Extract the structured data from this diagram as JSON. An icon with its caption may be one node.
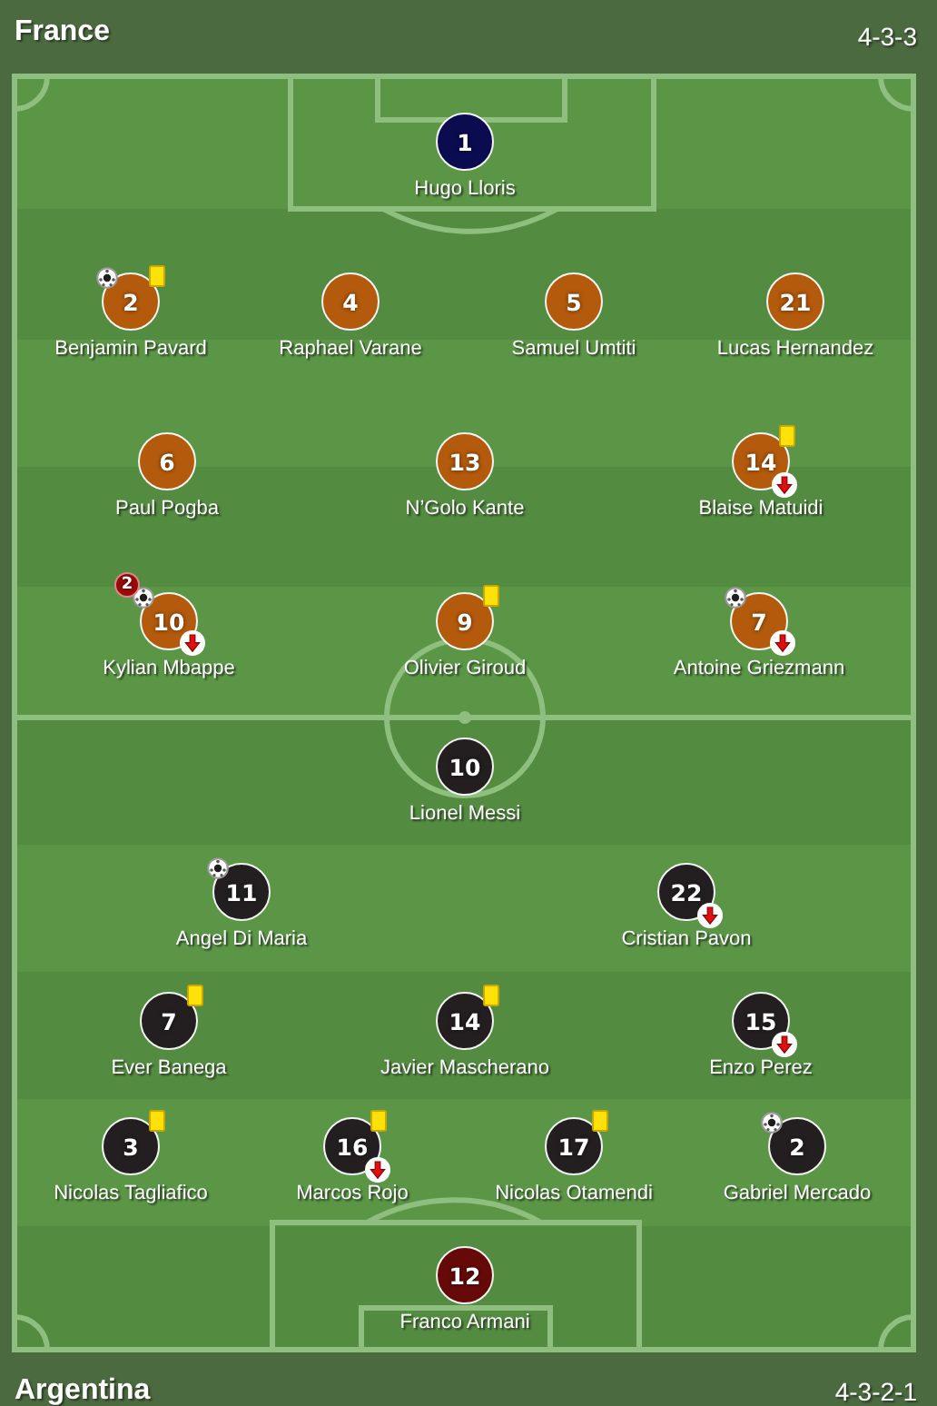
{
  "diagram": {
    "nodes": [
      {
        "text": [
          "1"
        ],
        "beside": [
          "Hugo Lloris"
        ]
      },
      {
        "text": [
          "2"
        ],
        "beside": [
          "Benjamin Pavard"
        ]
      },
      {
        "text": [
          "4"
        ],
        "beside": [
          "Raphael Varane"
        ]
      },
      {
        "text": [
          "5"
        ],
        "beside": [
          "Samuel Umtiti"
        ]
      },
      {
        "text": [
          "21"
        ],
        "beside": [
          "Lucas Hernandez"
        ]
      },
      {
        "text": [
          "6"
        ],
        "beside": [
          "Paul Pogba"
        ]
      },
      {
        "text": [
          "13"
        ],
        "beside": [
          "N’Golo Kante"
        ]
      },
      {
        "text": [
          "14"
        ],
        "beside": [
          "Blaise Matuidi"
        ]
      },
      {
        "text": [
          "2"
        ]
      },
      {
        "text": [
          "10"
        ],
        "beside": [
          "Kylian Mbappe"
        ]
      },
      {
        "text": [
          "9"
        ],
        "beside": [
          "Olivier Giroud"
        ]
      },
      {
        "text": [
          "7"
        ],
        "beside": [
          "Antoine Griezmann"
        ]
      },
      {
        "text": [
          "10"
        ],
        "beside": [
          "Lionel Messi"
        ]
      },
      {
        "text": [
          "11"
        ],
        "beside": [
          "Angel Di Maria"
        ]
      },
      {
        "text": [
          "22"
        ],
        "beside": [
          "Cristian Pavon"
        ]
      },
      {
        "text": [
          "7"
        ],
        "beside": [
          "Ever Banega"
        ]
      },
      {
        "text": [
          "14"
        ],
        "beside": [
          "Javier Mascherano"
        ]
      },
      {
        "text": [
          "15"
        ],
        "beside": [
          "Enzo Perez"
        ]
      },
      {
        "text": [
          "3"
        ],
        "beside": [
          "Nicolas Tagliafico"
        ]
      },
      {
        "text": [
          "16"
        ],
        "beside": [
          "Marcos Rojo"
        ]
      },
      {
        "text": [
          "17"
        ],
        "beside": [
          "Nicolas Otamendi"
        ]
      },
      {
        "text": [
          "2"
        ],
        "beside": [
          "Gabriel Mercado"
        ]
      },
      {
        "text": [
          "12"
        ],
        "beside": [
          "Franco Armani"
        ]
      }
    ],
    "labels": [
      "France",
      "4-3-3",
      "Argentina",
      "4-3-2-1"
    ]
  }
}
